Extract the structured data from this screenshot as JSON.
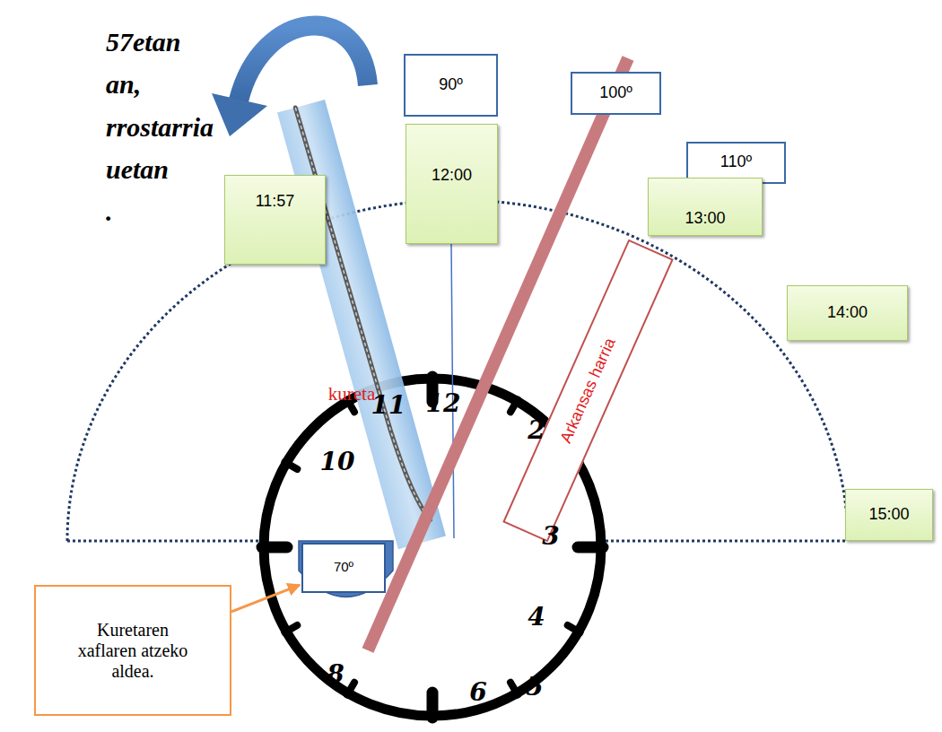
{
  "diagram": {
    "nodes": [
      {
        "text": [
          "90º"
        ]
      },
      {
        "text": [
          "100º"
        ]
      },
      {
        "text": [
          "11:57"
        ]
      },
      {
        "text": [
          "12:00"
        ]
      },
      {
        "text": [
          "110º"
        ]
      },
      {
        "text": [
          "13:00"
        ]
      },
      {
        "text": [
          "Arkansas harria"
        ]
      },
      {
        "text": [
          "14:00"
        ]
      },
      {
        "text": [
          "15:00"
        ]
      },
      {
        "text": [
          "70º"
        ]
      },
      {
        "text": [
          "Kuretaren xaflaren atzeko aldea."
        ]
      }
    ],
    "edges": [
      {
        "from": 10,
        "to": 9,
        "arrow": "to"
      }
    ],
    "labels": [
      "57etan",
      "an,",
      "rrostarria",
      "uetan",
      ".",
      "kureta",
      "12",
      "11",
      "10",
      "2",
      "3",
      "4",
      "5",
      "6",
      "8"
    ]
  }
}
